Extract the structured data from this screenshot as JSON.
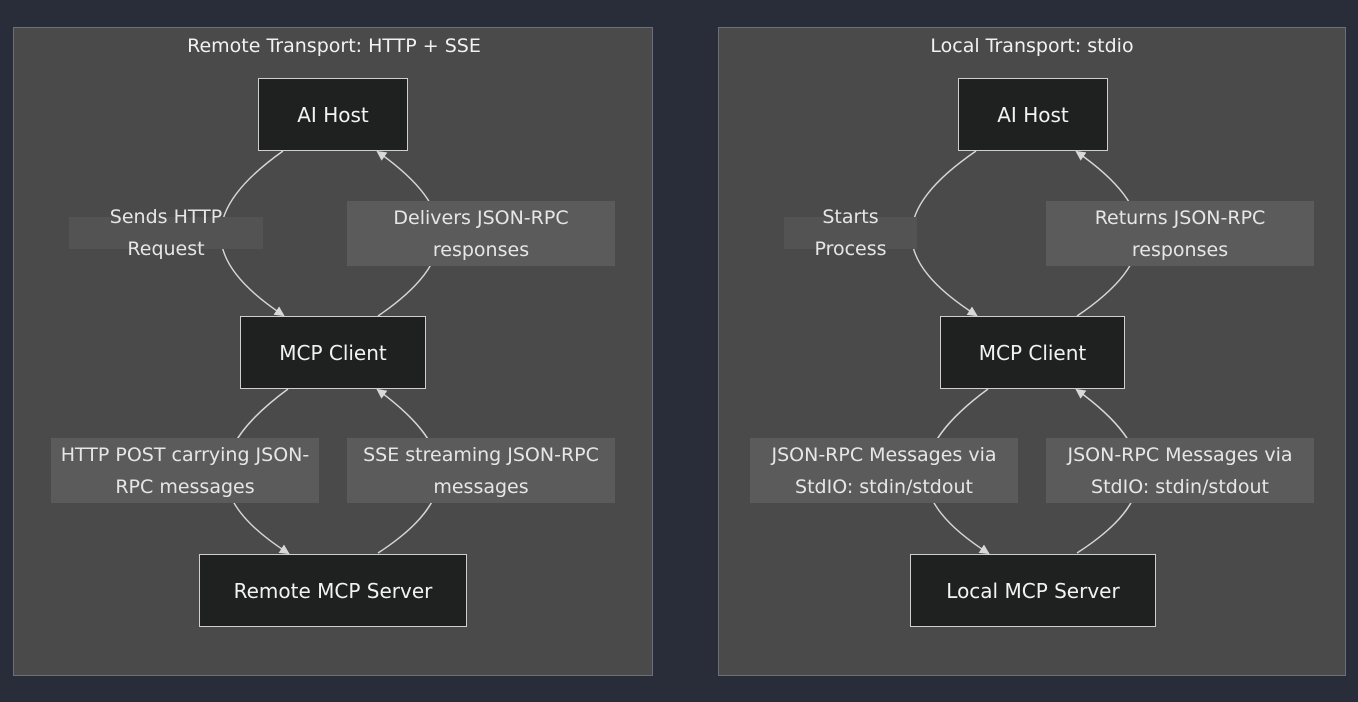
{
  "remote": {
    "title": "Remote Transport: HTTP + SSE",
    "nodes": {
      "host": "AI Host",
      "client": "MCP Client",
      "server": "Remote MCP Server"
    },
    "edges": {
      "host_to_client": "Sends HTTP Request",
      "client_to_host": "Delivers JSON-RPC responses",
      "client_to_server": "HTTP POST carrying JSON-RPC messages",
      "server_to_client": "SSE streaming JSON-RPC messages"
    }
  },
  "local": {
    "title": "Local Transport: stdio",
    "nodes": {
      "host": "AI Host",
      "client": "MCP Client",
      "server": "Local MCP Server"
    },
    "edges": {
      "host_to_client": "Starts Process",
      "client_to_host": "Returns JSON-RPC responses",
      "client_to_server": "JSON-RPC Messages via StdIO: stdin/stdout",
      "server_to_client": "JSON-RPC Messages via StdIO: stdin/stdout"
    }
  }
}
